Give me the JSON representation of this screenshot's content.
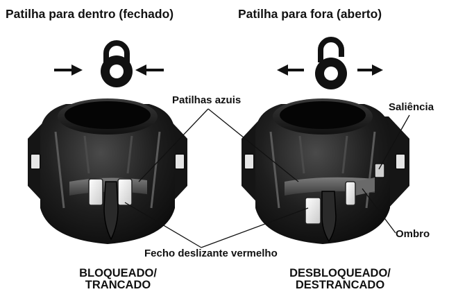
{
  "titles": {
    "closed": "Patilha para dentro (fechado)",
    "open": "Patilha para fora (aberto)"
  },
  "callouts": {
    "blue_tabs": "Patilhas azuis",
    "protrusion": "Saliência",
    "shoulder": "Ombro",
    "red_slider": "Fecho deslizante vermelho"
  },
  "status": {
    "locked_line1": "BLOQUEADO/",
    "locked_line2": "TRANCADO",
    "unlocked_line1": "DESBLOQUEADO/",
    "unlocked_line2": "DESTRANCADO"
  },
  "icons": {
    "closed_lock": "padlock-closed-icon",
    "open_lock": "padlock-open-icon",
    "arrow_in_left": "arrow-right-icon",
    "arrow_in_right": "arrow-left-icon",
    "arrow_out_left": "arrow-left-icon",
    "arrow_out_right": "arrow-right-icon"
  },
  "colors": {
    "text": "#111111",
    "connector_body": "#1c1c1c",
    "tab": "#e9e9e9"
  }
}
